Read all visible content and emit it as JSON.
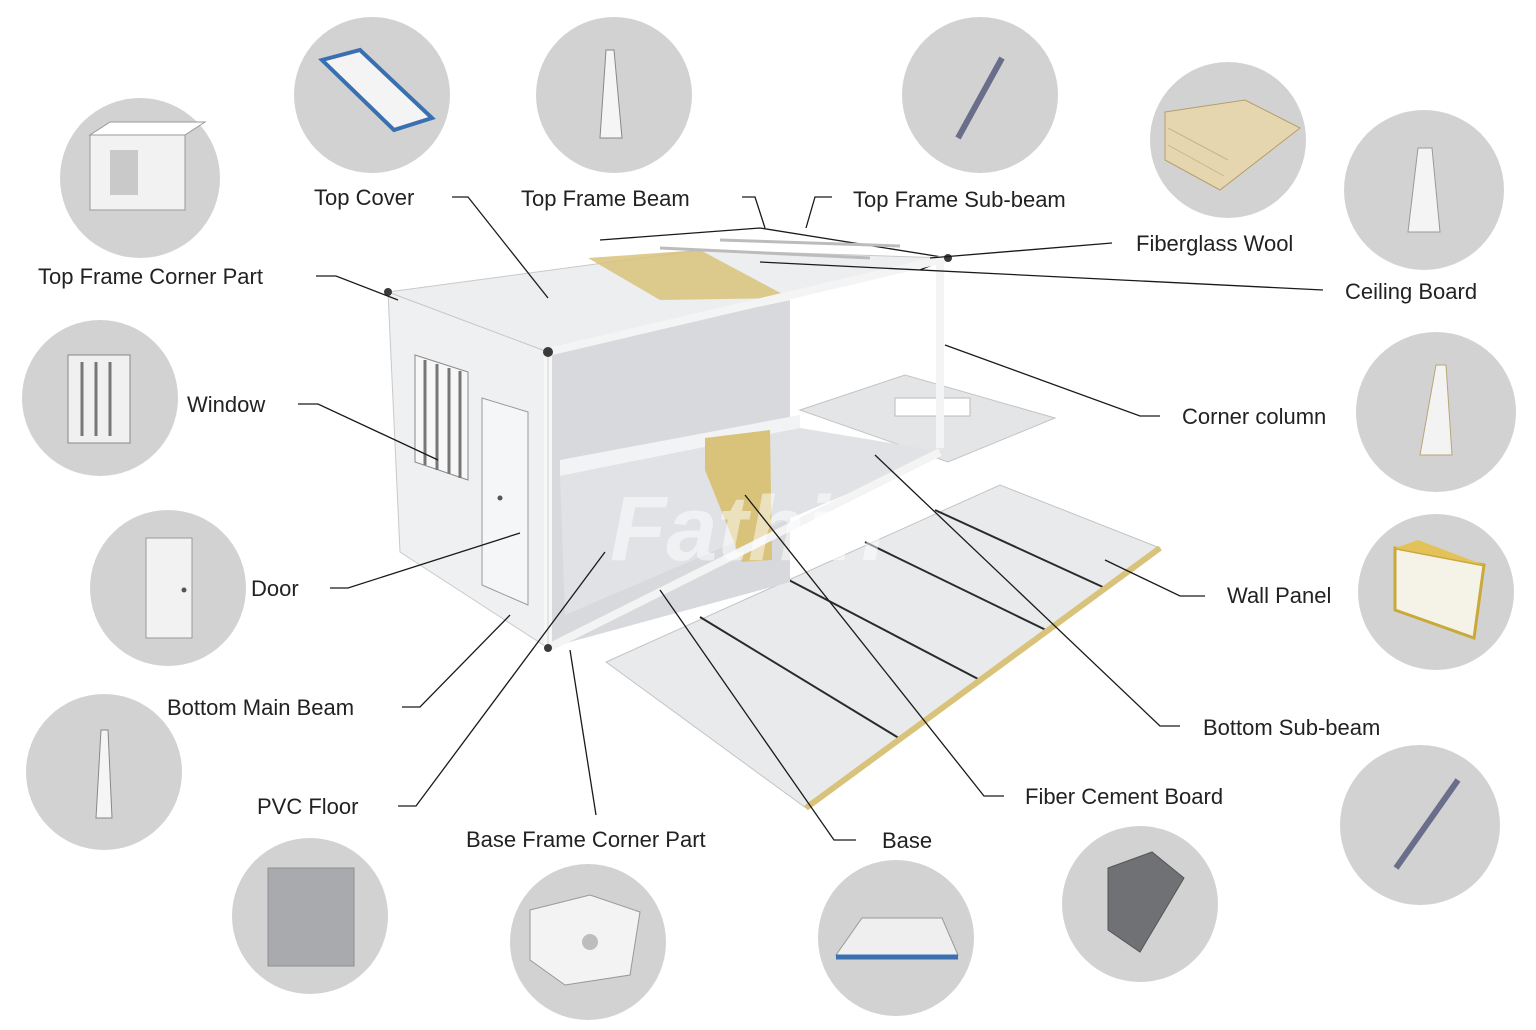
{
  "watermark": "Fathin",
  "labels": {
    "top_cover": "Top Cover",
    "top_frame_beam": "Top Frame Beam",
    "top_frame_sub_beam": "Top Frame Sub-beam",
    "fiberglass_wool": "Fiberglass Wool",
    "ceiling_board": "Ceiling Board",
    "top_frame_corner_part": "Top Frame Corner Part",
    "window": "Window",
    "corner_column": "Corner column",
    "door": "Door",
    "wall_panel": "Wall Panel",
    "bottom_main_beam": "Bottom Main Beam",
    "bottom_sub_beam": "Bottom Sub-beam",
    "pvc_floor": "PVC Floor",
    "fiber_cement_board": "Fiber Cement Board",
    "base_frame_corner_part": "Base Frame Corner Part",
    "base": "Base"
  },
  "colors": {
    "circle": "#d2d2d2",
    "insulation": "#d9c27a",
    "frame_blue": "#3a6fb0",
    "panel": "#e6e7e9",
    "line": "#1a1a1a"
  }
}
